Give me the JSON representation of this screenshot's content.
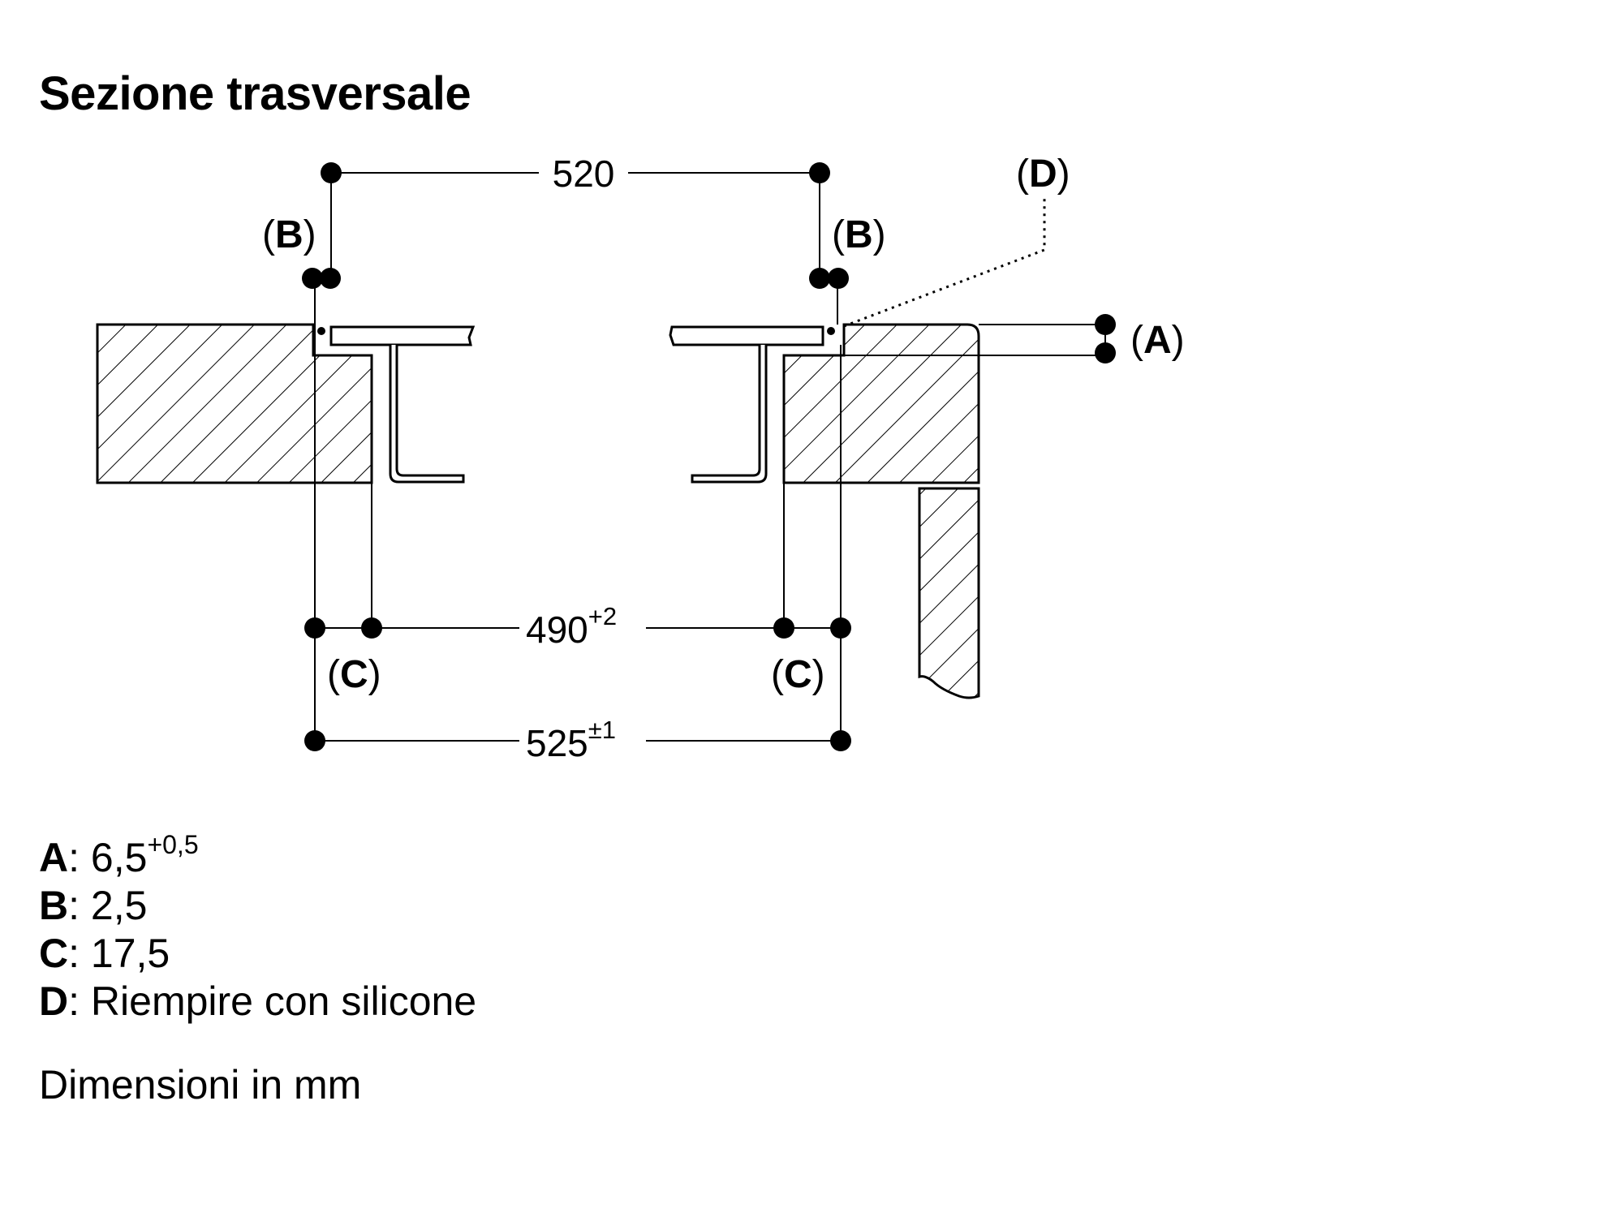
{
  "title": "Sezione trasversale",
  "dimensions": {
    "top": "520",
    "inner_value": "490",
    "inner_tolerance": "+2",
    "outer_value": "525",
    "outer_tolerance": "±1"
  },
  "labels": {
    "a": "A",
    "b": "B",
    "c": "C",
    "d": "D"
  },
  "legend": [
    {
      "key": "A",
      "sep": ":",
      "value": "6,5",
      "sup": "+0,5"
    },
    {
      "key": "B",
      "sep": ":",
      "value": "2,5",
      "sup": ""
    },
    {
      "key": "C",
      "sep": ":",
      "value": "17,5",
      "sup": ""
    },
    {
      "key": "D",
      "sep": ":",
      "value": "Riempire con silicone",
      "sup": ""
    }
  ],
  "note": "Dimensioni in mm"
}
